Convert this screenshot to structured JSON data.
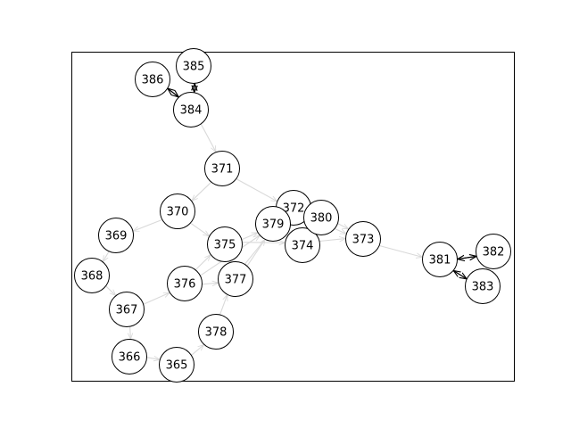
{
  "graph": {
    "nodes": [
      {
        "id": "365",
        "label": "365"
      },
      {
        "id": "366",
        "label": "366"
      },
      {
        "id": "367",
        "label": "367"
      },
      {
        "id": "368",
        "label": "368"
      },
      {
        "id": "369",
        "label": "369"
      },
      {
        "id": "370",
        "label": "370"
      },
      {
        "id": "371",
        "label": "371"
      },
      {
        "id": "372",
        "label": "372"
      },
      {
        "id": "373",
        "label": "373"
      },
      {
        "id": "374",
        "label": "374"
      },
      {
        "id": "375",
        "label": "375"
      },
      {
        "id": "376",
        "label": "376"
      },
      {
        "id": "377",
        "label": "377"
      },
      {
        "id": "378",
        "label": "378"
      },
      {
        "id": "379",
        "label": "379"
      },
      {
        "id": "380",
        "label": "380"
      },
      {
        "id": "381",
        "label": "381"
      },
      {
        "id": "382",
        "label": "382"
      },
      {
        "id": "383",
        "label": "383"
      },
      {
        "id": "384",
        "label": "384"
      },
      {
        "id": "385",
        "label": "385"
      },
      {
        "id": "386",
        "label": "386"
      }
    ],
    "edges": [
      {
        "source": "384",
        "target": "385",
        "style": "dark"
      },
      {
        "source": "385",
        "target": "384",
        "style": "dark"
      },
      {
        "source": "384",
        "target": "386",
        "style": "dark"
      },
      {
        "source": "386",
        "target": "384",
        "style": "dark"
      },
      {
        "source": "381",
        "target": "382",
        "style": "dark"
      },
      {
        "source": "382",
        "target": "381",
        "style": "dark"
      },
      {
        "source": "381",
        "target": "383",
        "style": "dark"
      },
      {
        "source": "383",
        "target": "381",
        "style": "dark"
      },
      {
        "source": "384",
        "target": "371",
        "style": "light"
      },
      {
        "source": "371",
        "target": "370",
        "style": "light"
      },
      {
        "source": "371",
        "target": "372",
        "style": "light"
      },
      {
        "source": "370",
        "target": "369",
        "style": "light"
      },
      {
        "source": "370",
        "target": "375",
        "style": "light"
      },
      {
        "source": "369",
        "target": "368",
        "style": "light"
      },
      {
        "source": "368",
        "target": "367",
        "style": "light"
      },
      {
        "source": "367",
        "target": "366",
        "style": "light"
      },
      {
        "source": "367",
        "target": "376",
        "style": "light"
      },
      {
        "source": "366",
        "target": "365",
        "style": "light"
      },
      {
        "source": "365",
        "target": "378",
        "style": "light"
      },
      {
        "source": "378",
        "target": "377",
        "style": "light"
      },
      {
        "source": "376",
        "target": "375",
        "style": "light"
      },
      {
        "source": "376",
        "target": "377",
        "style": "light"
      },
      {
        "source": "376",
        "target": "379",
        "style": "light"
      },
      {
        "source": "375",
        "target": "379",
        "style": "light"
      },
      {
        "source": "375",
        "target": "374",
        "style": "light"
      },
      {
        "source": "377",
        "target": "379",
        "style": "light"
      },
      {
        "source": "377",
        "target": "372",
        "style": "light"
      },
      {
        "source": "379",
        "target": "372",
        "style": "light"
      },
      {
        "source": "379",
        "target": "380",
        "style": "light"
      },
      {
        "source": "372",
        "target": "380",
        "style": "light"
      },
      {
        "source": "372",
        "target": "373",
        "style": "light"
      },
      {
        "source": "374",
        "target": "380",
        "style": "light"
      },
      {
        "source": "374",
        "target": "373",
        "style": "light"
      },
      {
        "source": "380",
        "target": "373",
        "style": "light"
      },
      {
        "source": "373",
        "target": "381",
        "style": "light"
      }
    ],
    "colors": {
      "node_fill": "#ffffff",
      "node_stroke": "#000000",
      "edge_light": "#d9d9d9",
      "edge_dark": "#000000",
      "frame": "#000000"
    }
  }
}
